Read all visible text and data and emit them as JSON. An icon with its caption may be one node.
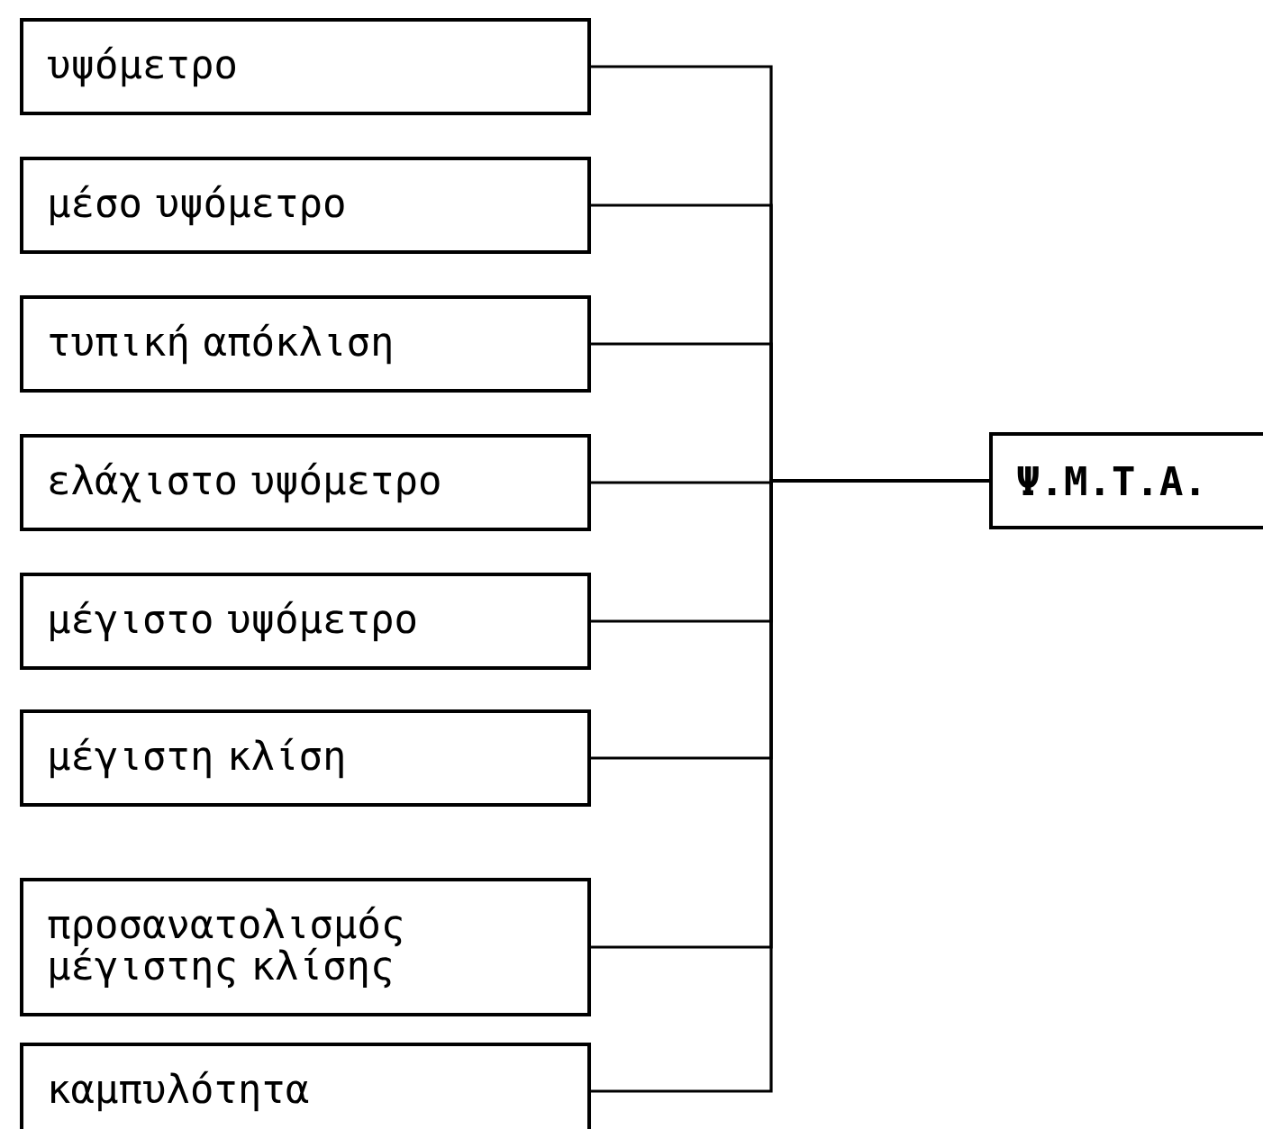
{
  "diagram": {
    "nodes": [
      {
        "text": [
          "υψόμετρο"
        ]
      },
      {
        "text": [
          "μέσο υψόμετρο"
        ]
      },
      {
        "text": [
          "τυπική απόκλιση"
        ]
      },
      {
        "text": [
          "ελάχιστο υψόμετρο"
        ]
      },
      {
        "text": [
          "μέγιστο υψόμετρο"
        ]
      },
      {
        "text": [
          "μέγιστη κλίση"
        ]
      },
      {
        "text": [
          "προσανατολισμός μέγιστης κλίσης"
        ]
      },
      {
        "text": [
          "καμπυλότητα"
        ]
      },
      {
        "text": [
          "Ψ.Μ.Τ.Α."
        ]
      }
    ],
    "edges": [
      {
        "from": 0,
        "to": 8,
        "arrow": "none"
      },
      {
        "from": 1,
        "to": 8,
        "arrow": "none"
      },
      {
        "from": 2,
        "to": 8,
        "arrow": "none"
      },
      {
        "from": 3,
        "to": 8,
        "arrow": "none"
      },
      {
        "from": 4,
        "to": 8,
        "arrow": "none"
      },
      {
        "from": 5,
        "to": 8,
        "arrow": "none"
      },
      {
        "from": 6,
        "to": 8,
        "arrow": "none"
      },
      {
        "from": 7,
        "to": 8,
        "arrow": "none"
      }
    ]
  }
}
